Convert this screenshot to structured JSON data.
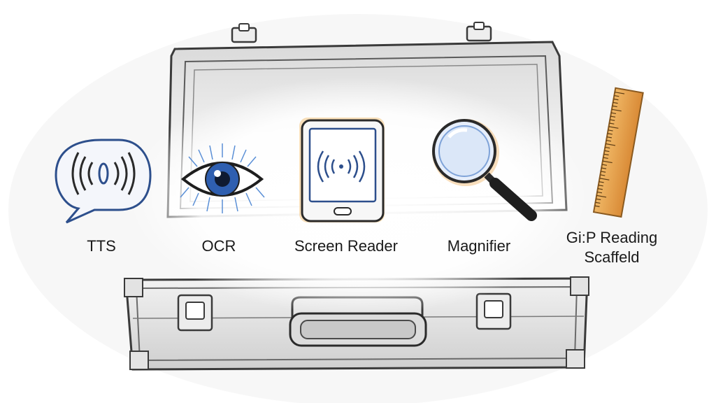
{
  "tools": [
    {
      "label": "TTS",
      "icon": "speech-bubble-sound-icon"
    },
    {
      "label": "OCR",
      "icon": "eye-icon"
    },
    {
      "label": "Screen Reader",
      "icon": "tablet-sound-icon"
    },
    {
      "label": "Magnifier",
      "icon": "magnifying-glass-icon"
    },
    {
      "label_line1": "Gi:P Reading",
      "label_line2": "Scaffeld",
      "icon": "ruler-icon"
    }
  ],
  "colors": {
    "sketch": "#3a3a3a",
    "icon_blue": "#2d4f8c",
    "bubble_fill": "#f4f6fb",
    "ruler_orange": "#e8a04a",
    "iris_blue": "#2f5fb0"
  }
}
